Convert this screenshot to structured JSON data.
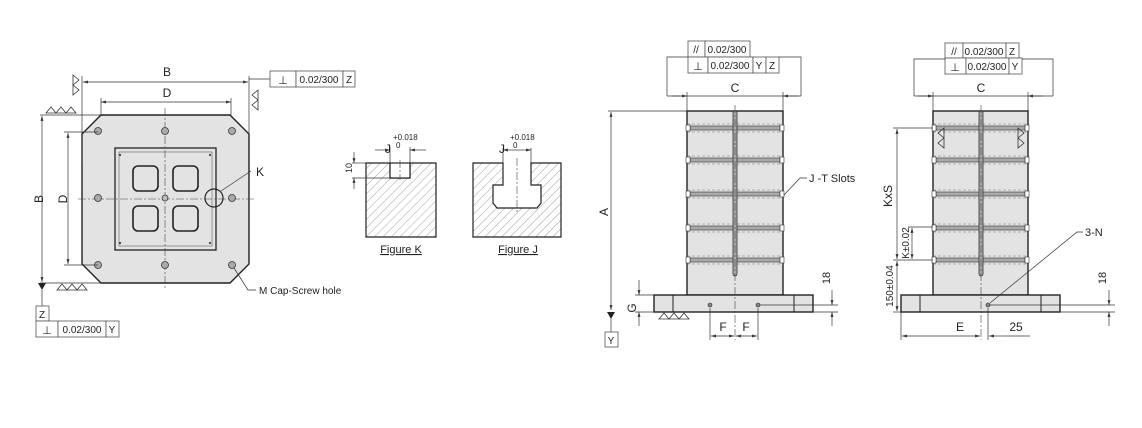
{
  "top_view": {
    "dim_b_top": "B",
    "dim_d_top": "D",
    "dim_b_left": "B",
    "dim_d_left": "D",
    "callout_k": "K",
    "callout_screw": "M Cap-Screw hole",
    "tol_top": {
      "symbol": "⊥",
      "value": "0.02/300",
      "datum": "Z"
    },
    "tol_bottom": {
      "datum_label": "Z",
      "symbol": "⊥",
      "value": "0.02/300",
      "datum": "Y"
    }
  },
  "figure_k": {
    "caption": "Figure K",
    "dim_j": "J",
    "tol_upper": "+0.018",
    "tol_lower": "0",
    "depth": "10"
  },
  "figure_j": {
    "caption": "Figure J",
    "dim_j": "J",
    "tol_upper": "+0.018",
    "tol_lower": "0"
  },
  "front_view": {
    "tol_row1": {
      "symbol": "//",
      "value": "0.02/300"
    },
    "tol_row2": {
      "symbol": "⊥",
      "value": "0.02/300",
      "datum1": "Y",
      "datum2": "Z"
    },
    "dim_c": "C",
    "dim_a": "A",
    "dim_g": "G",
    "dim_f1": "F",
    "dim_f2": "F",
    "dim_18": "18",
    "datum_y": "Y",
    "callout_tslots": "J -T Slots"
  },
  "side_view": {
    "tol_row1": {
      "symbol": "//",
      "value": "0.02/300",
      "datum": "Z"
    },
    "tol_row2": {
      "symbol": "⊥",
      "value": "0.02/300",
      "datum": "Y"
    },
    "dim_c": "C",
    "dim_kxs": "KxS",
    "dim_k": "K±0.02",
    "dim_150": "150±0.04",
    "dim_e": "E",
    "dim_25": "25",
    "dim_18": "18",
    "callout_3n": "3-N"
  }
}
